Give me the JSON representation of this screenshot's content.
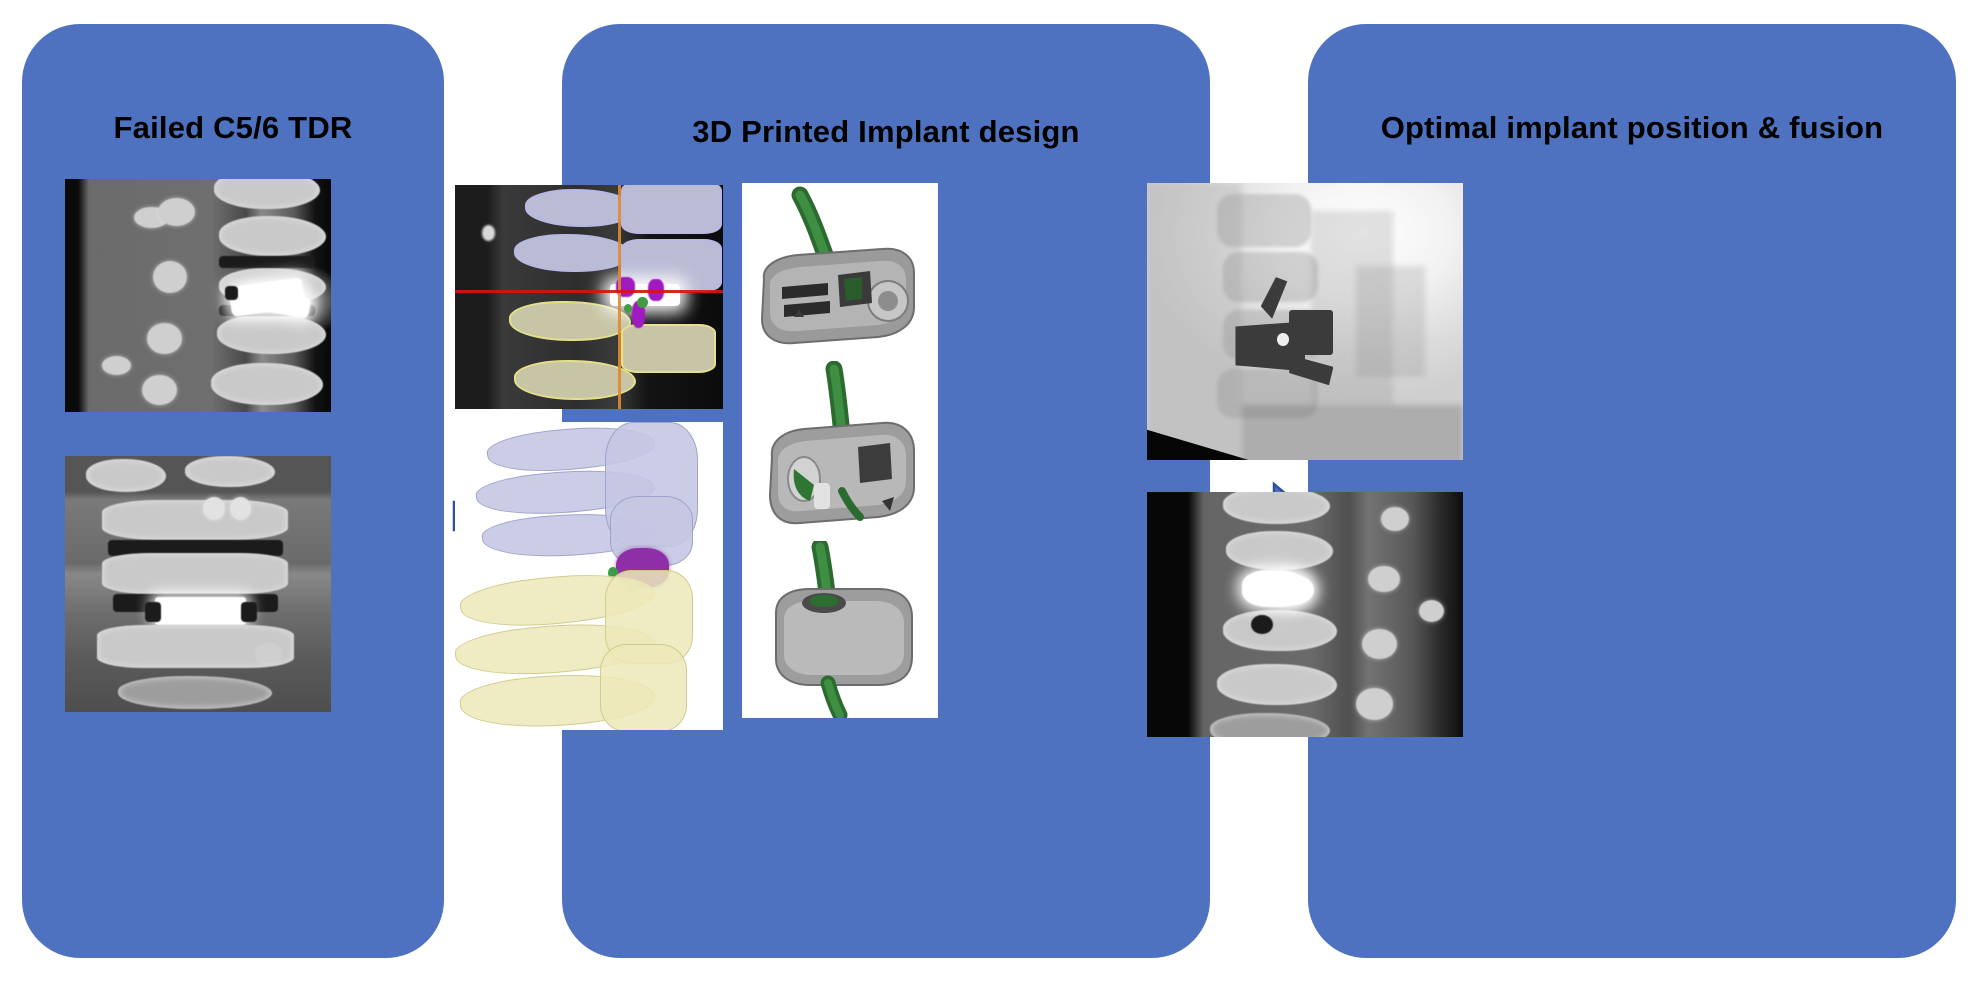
{
  "figure": {
    "background_color": "#FFFFFF",
    "panel_color": "#4F72C0",
    "arrow_fill": "#4F72C0",
    "arrow_outline": "#2F4E9E",
    "title_color": "#000000"
  },
  "panels": [
    {
      "id": "failed-tdr",
      "title": "Failed C5/6 TDR",
      "images": [
        {
          "name": "ct-sagittal-failed",
          "modality": "CT",
          "plane": "sagittal",
          "finding": "Failed cervical total disc replacement at C5/6 with bright metal implant artifact"
        },
        {
          "name": "ct-coronal-failed",
          "modality": "CT",
          "plane": "coronal",
          "finding": "Coronal view of failed C5/6 disc prosthesis with metal hyperdensity"
        }
      ]
    },
    {
      "id": "implant-design",
      "title": "3D Printed Implant design",
      "images": [
        {
          "name": "planning-ct-segmentation",
          "modality": "CT",
          "plane": "sagittal",
          "overlay": "Segmentation contours; lavender cranial vertebrae, yellow caudal vertebrae, red axial crosshair, orange sagittal crosshair, magenta implant outline"
        },
        {
          "name": "three-d-anatomical-model",
          "modality": "3D surface model",
          "overlay": "Lavender cranial vertebrae, yellow caudal vertebrae, purple intervertebral implant"
        },
        {
          "name": "implant-render-superior-oblique",
          "modality": "3D CAD render",
          "description": "Titanium cage with integrated green bone screws, superior oblique view"
        },
        {
          "name": "implant-render-lateral-oblique",
          "modality": "3D CAD render",
          "description": "Titanium cage with green screw trajectory, lateral oblique view"
        },
        {
          "name": "implant-render-anterior",
          "modality": "3D CAD render",
          "description": "Titanium cage with two green screws, anterior view"
        }
      ]
    },
    {
      "id": "optimal-position",
      "title": "Optimal implant position & fusion",
      "images": [
        {
          "name": "xray-lateral-postop",
          "modality": "Radiograph",
          "plane": "lateral",
          "finding": "Post-operative lateral cervical radiograph showing implant in optimal position"
        },
        {
          "name": "ct-sagittal-fusion",
          "modality": "CT",
          "plane": "sagittal",
          "finding": "Sagittal CT demonstrating bony fusion around the implant"
        }
      ]
    }
  ],
  "arrows": [
    {
      "name": "arrow-stage-1-to-2",
      "direction": "right"
    },
    {
      "name": "arrow-stage-2-to-3",
      "direction": "right"
    }
  ]
}
